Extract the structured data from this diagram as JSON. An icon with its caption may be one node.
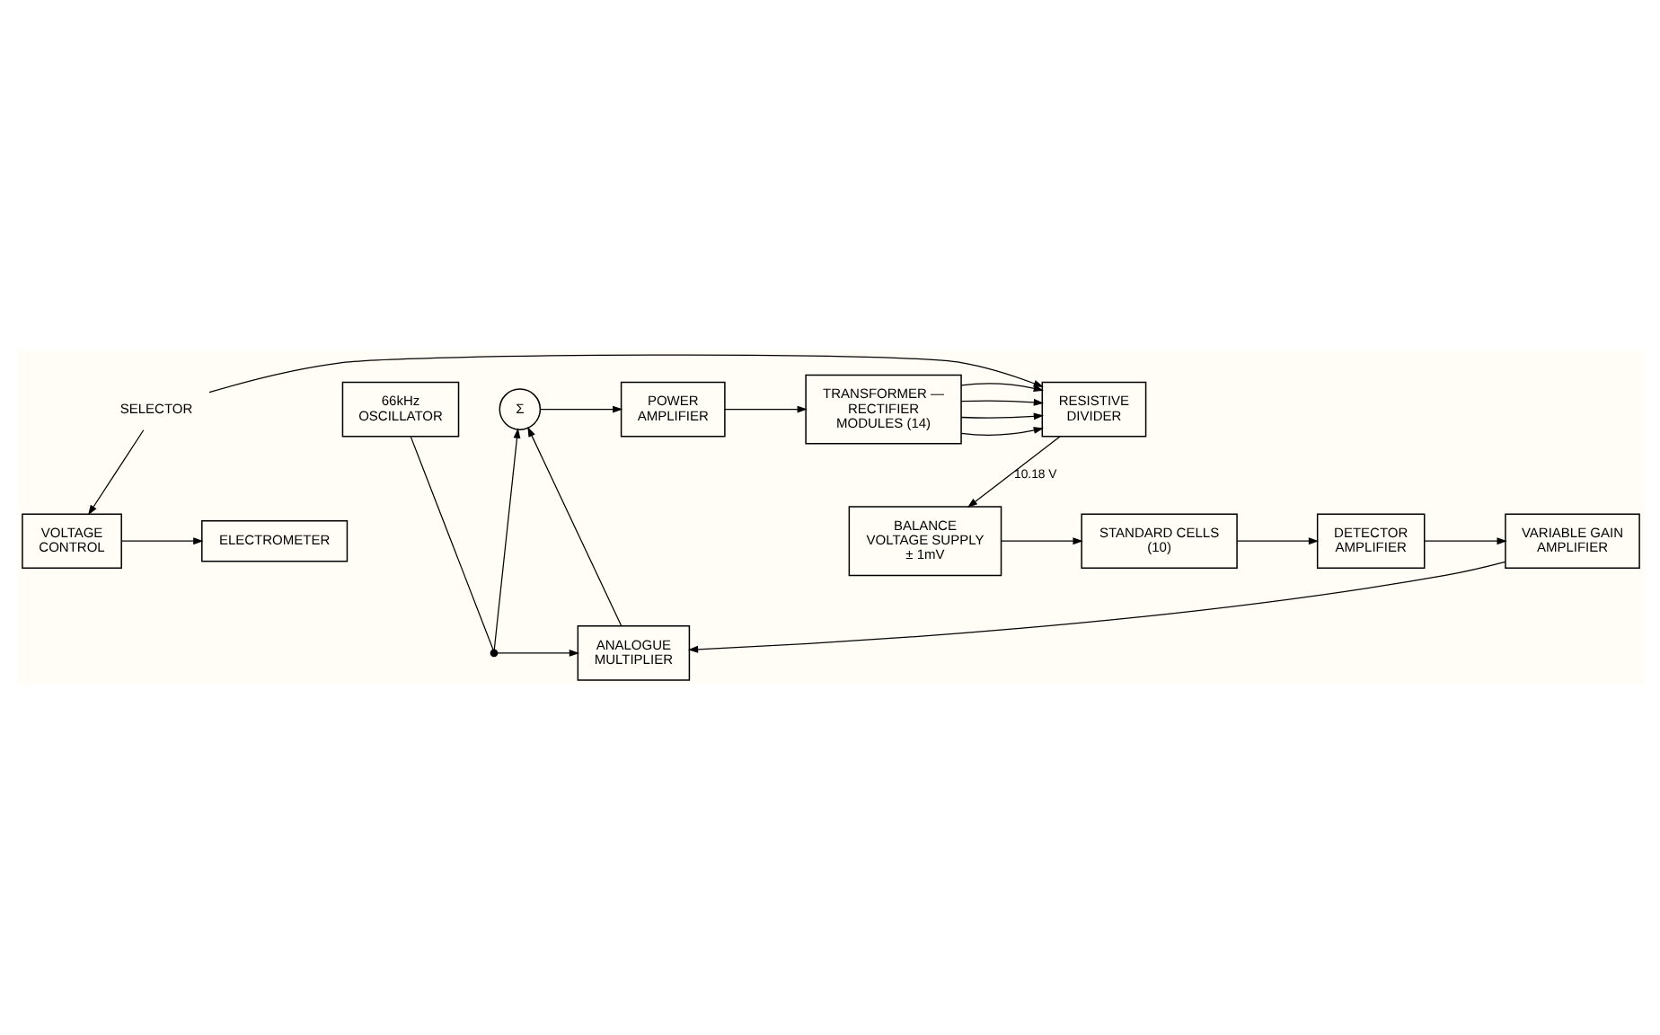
{
  "diagram": {
    "nodes": [
      {
        "text": [
          "ELECTROMETER"
        ]
      },
      {
        "text": [
          "VOLTAGE CONTROL"
        ]
      },
      {
        "text": [
          "66kHz OSCILLATOR"
        ]
      },
      {
        "text": [
          "Σ"
        ]
      },
      {
        "text": [
          "POWER AMPLIFIER"
        ]
      },
      {
        "text": [
          "TRANSFORMER — RECTIFIER MODULES (14)"
        ]
      },
      {
        "text": [
          "RESISTIVE DIVIDER"
        ]
      },
      {
        "text": [],
        "shape": "circle"
      },
      {
        "text": [
          "ANALOGUE MULTIPLIER"
        ]
      },
      {
        "text": [
          "VARIABLE GAIN AMPLIFIER"
        ]
      },
      {
        "text": [
          "DETECTOR AMPLIFIER"
        ]
      },
      {
        "text": [
          "STANDARD CELLS (10)"
        ]
      },
      {
        "text": [
          "BALANCE VOLTAGE SUPPLY ± 1mV"
        ]
      },
      {
        "text": [
          "SELECTOR"
        ]
      }
    ],
    "edges": [
      {
        "from": 1,
        "to": 0,
        "arrow": "to"
      },
      {
        "from": 2,
        "to": 7,
        "arrow": "none"
      },
      {
        "from": 7,
        "to": 3,
        "arrow": "to"
      },
      {
        "from": 7,
        "to": 8,
        "arrow": "to"
      },
      {
        "from": 8,
        "to": 3,
        "arrow": "to"
      },
      {
        "from": 3,
        "to": 4,
        "arrow": "to"
      },
      {
        "from": 4,
        "to": 5,
        "arrow": "to"
      },
      {
        "from": 5,
        "to": 6,
        "arrow": "to"
      },
      {
        "from": 5,
        "to": 6,
        "arrow": "to"
      },
      {
        "from": 5,
        "to": 6,
        "arrow": "to"
      },
      {
        "from": 5,
        "to": 6,
        "arrow": "to"
      },
      {
        "from": 13,
        "to": 6,
        "arrow": "to"
      },
      {
        "from": 13,
        "to": 1,
        "arrow": "to"
      },
      {
        "from": 6,
        "to": 12,
        "arrow": "to",
        "label": "10.18 V"
      },
      {
        "from": 12,
        "to": 11,
        "arrow": "to"
      },
      {
        "from": 11,
        "to": 10,
        "arrow": "to"
      },
      {
        "from": 10,
        "to": 9,
        "arrow": "to"
      },
      {
        "from": 9,
        "to": 8,
        "arrow": "to"
      }
    ]
  }
}
